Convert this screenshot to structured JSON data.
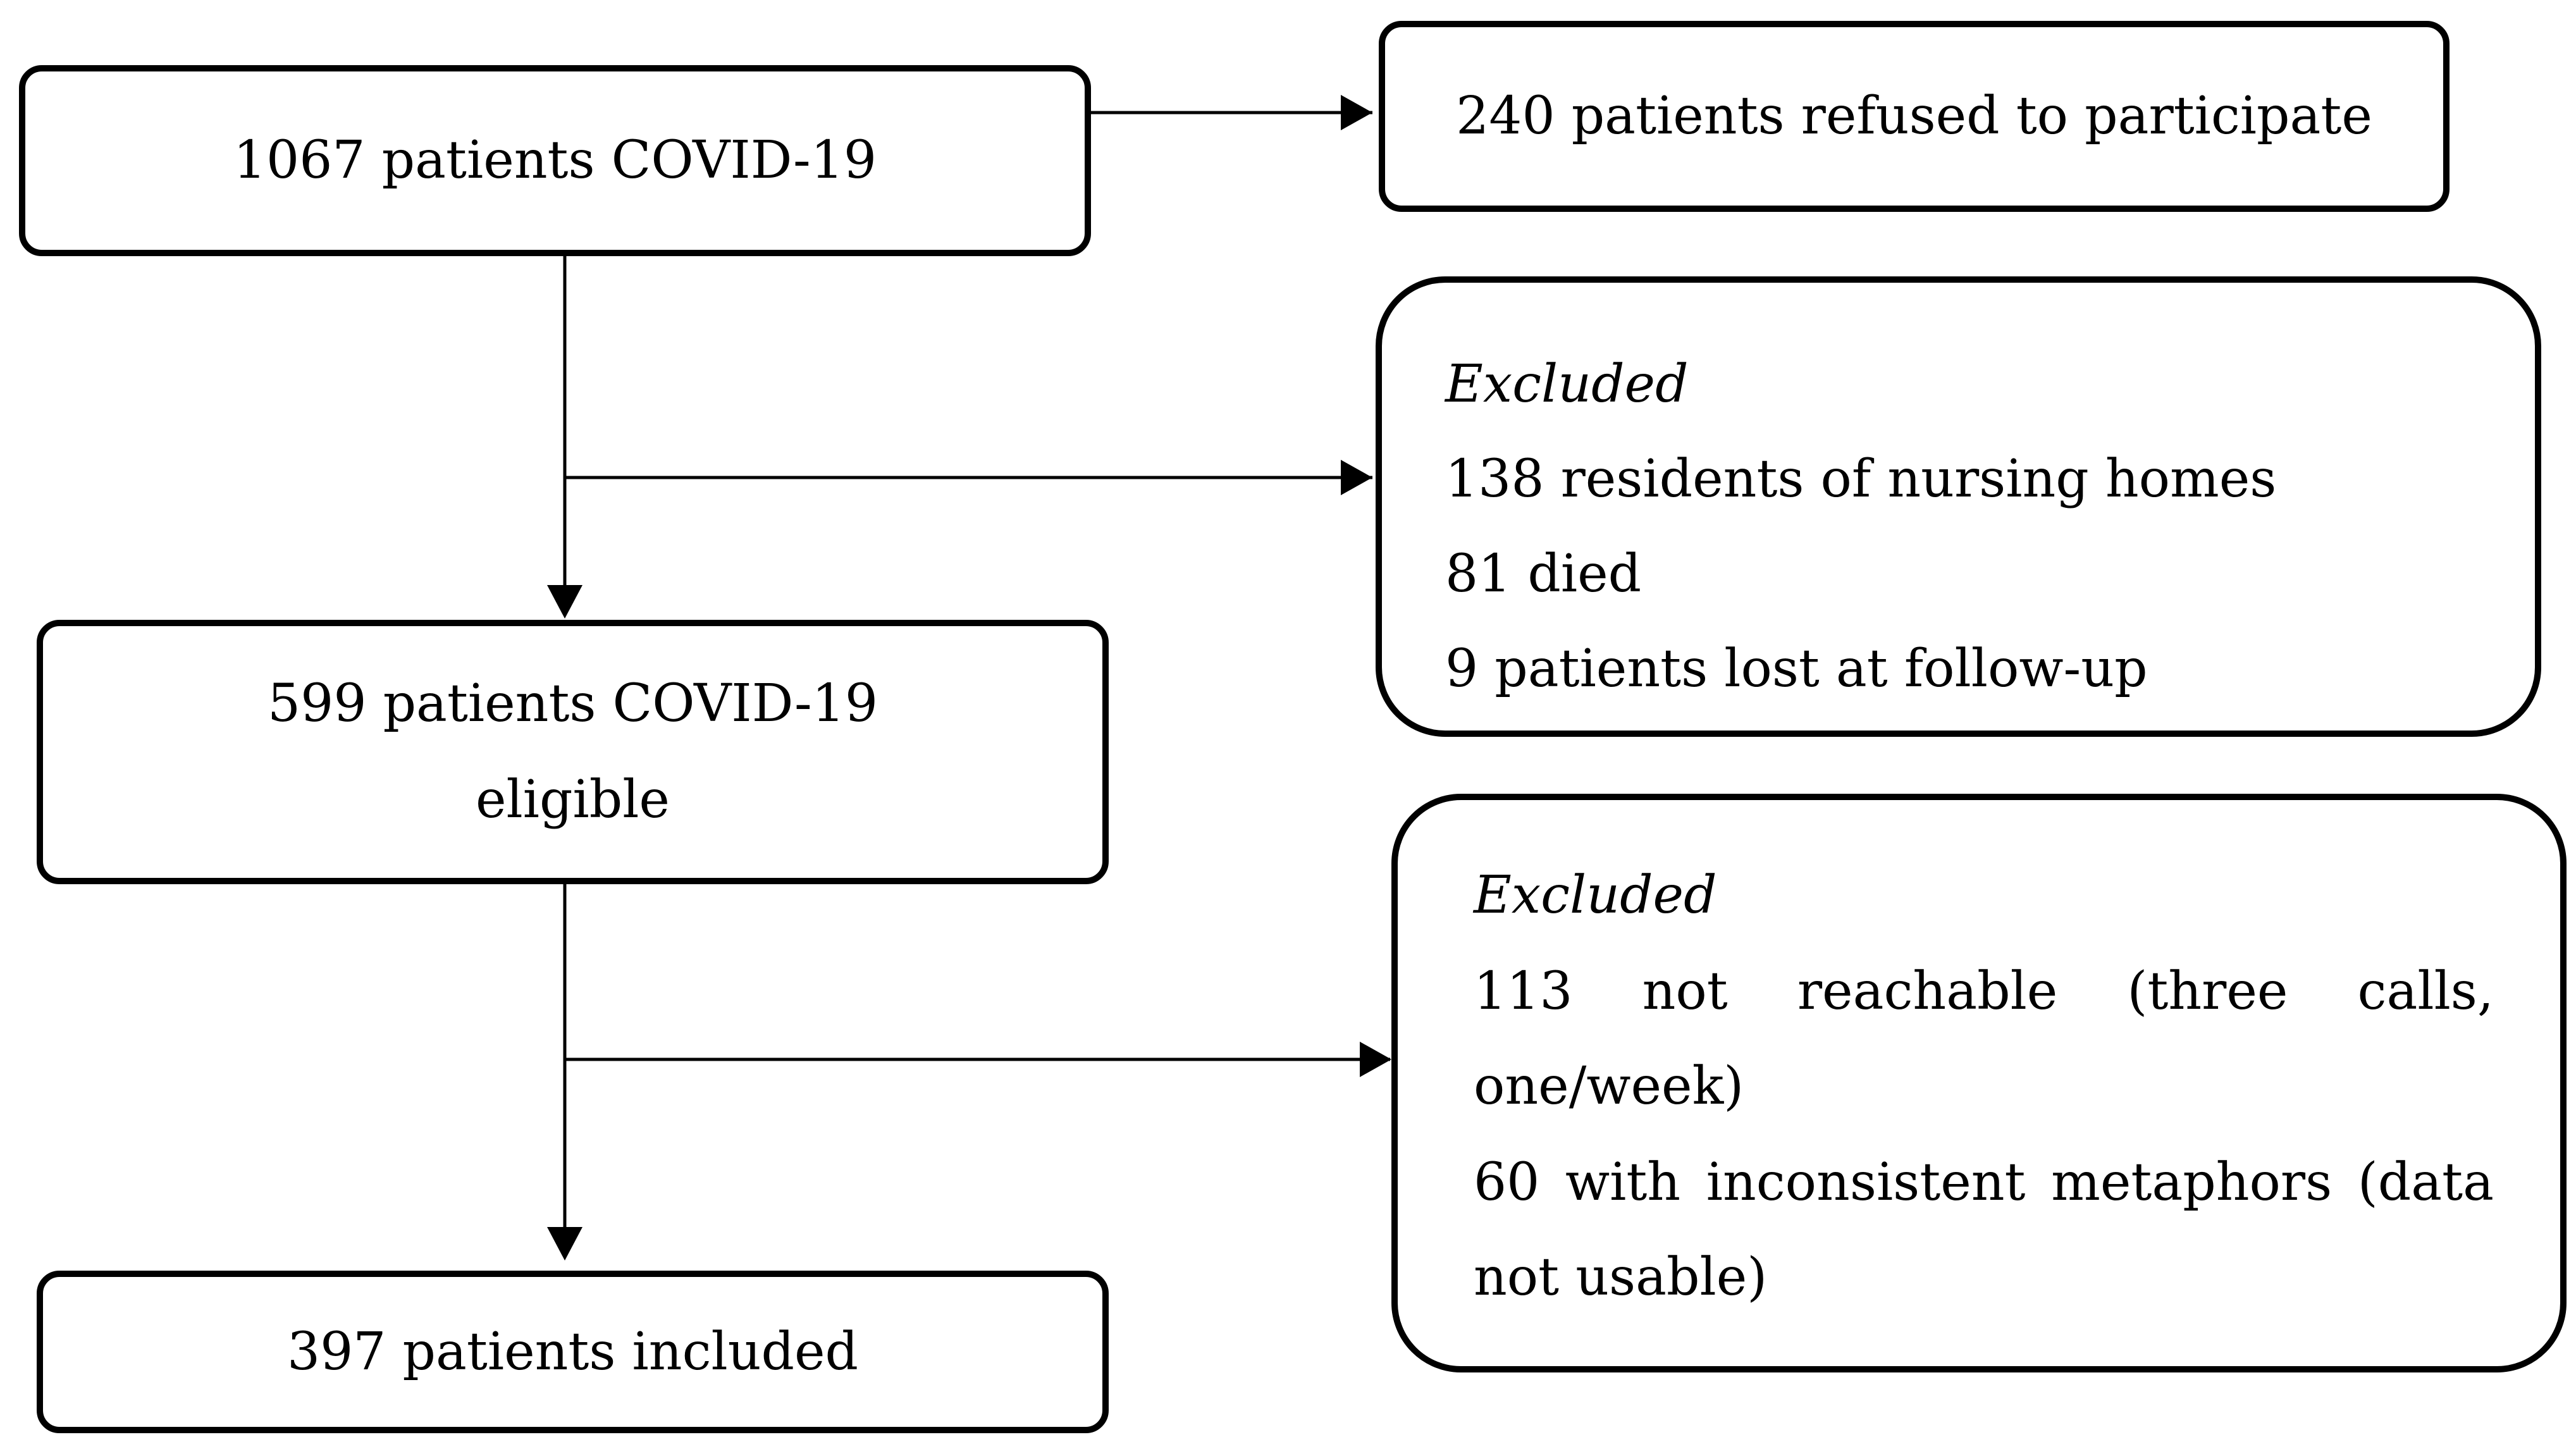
{
  "nodes": {
    "start": "1067 patients COVID-19",
    "refused": "240 patients refused to participate",
    "eligible_line1": "599 patients COVID-19",
    "eligible_line2": "eligible",
    "included": "397 patients included"
  },
  "exclusion1": {
    "heading": "Excluded",
    "items": [
      "138 residents of nursing homes",
      "81 died",
      "9 patients lost at follow-up"
    ]
  },
  "exclusion2": {
    "heading": "Excluded",
    "line1_words": [
      "113",
      "not",
      "reachable",
      "(three",
      "calls,"
    ],
    "line2": "one/week)",
    "line3_words": [
      "60",
      "with",
      "inconsistent",
      "metaphors",
      "(data"
    ],
    "line4": "not usable)"
  },
  "colors": {
    "stroke": "#000000",
    "background": "#ffffff"
  }
}
